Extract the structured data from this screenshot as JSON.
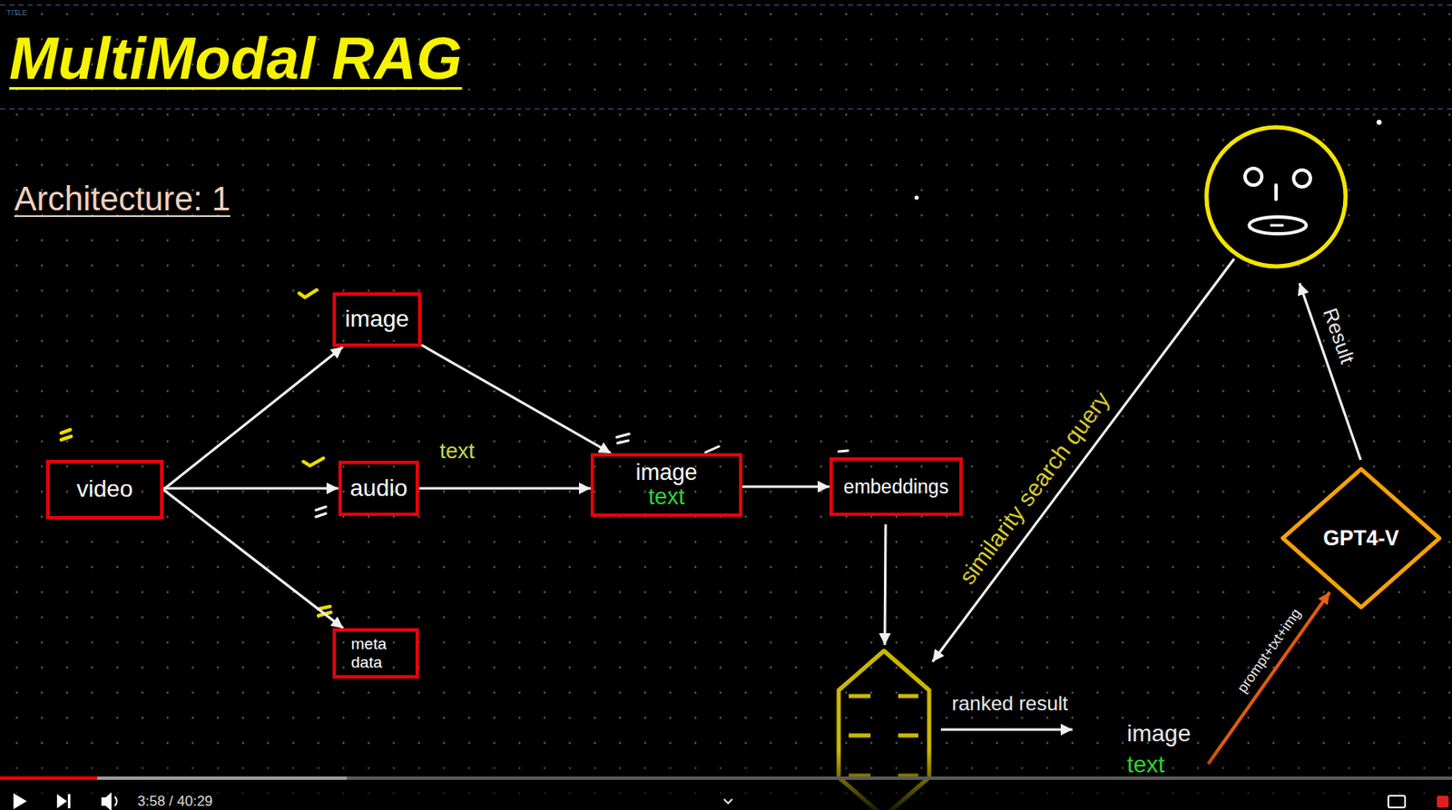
{
  "diagram": {
    "title": "MultiModal RAG",
    "nodes": [
      {
        "text": [
          "video"
        ]
      },
      {
        "text": [
          "image"
        ]
      },
      {
        "text": [
          "audio"
        ]
      },
      {
        "text": [
          "meta data"
        ]
      },
      {
        "text": [
          "image",
          "text"
        ]
      },
      {
        "text": [
          "embeddings"
        ]
      },
      {
        "text": [
          "GPT4-V"
        ]
      }
    ],
    "edges": [
      {
        "from": 0,
        "to": 1,
        "arrow": "to"
      },
      {
        "from": 0,
        "to": 2,
        "arrow": "to"
      },
      {
        "from": 0,
        "to": 3,
        "arrow": "to"
      },
      {
        "from": 1,
        "to": 4,
        "arrow": "to"
      },
      {
        "from": 2,
        "to": 4,
        "label": "text",
        "arrow": "to"
      },
      {
        "from": 4,
        "to": 5,
        "arrow": "to"
      }
    ],
    "labels": [
      "TITLE",
      "Architecture: 1",
      "similarity search query",
      "ranked result",
      "image",
      "text",
      "prompt+txt+img",
      "Result",
      "3:58 / 40:29"
    ]
  }
}
